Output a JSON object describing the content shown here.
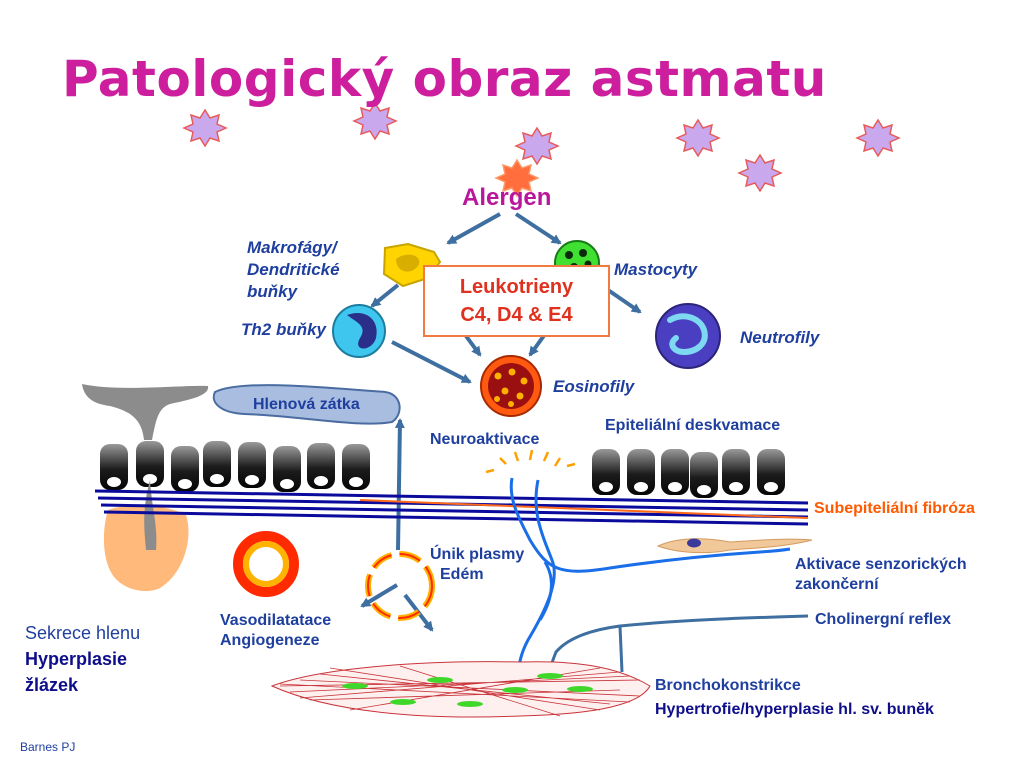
{
  "slide": {
    "title": "Patologický obraz astmatu",
    "footer": "Barnes PJ"
  },
  "labels": {
    "allergen": "Alergen",
    "macrophages": [
      "Makrofágy/",
      "Dendritické",
      "buňky"
    ],
    "mastocytes": "Mastocyty",
    "th2": "Th2 buňky",
    "leukotrienes": [
      "Leukotrieny",
      "C4, D4 & E4"
    ],
    "neutrophils": "Neutrofily",
    "eosinophils": "Eosinofily",
    "mucus_plug": "Hlenová zátka",
    "neuroactivation": "Neuroaktivace",
    "epithelial_desquamation": "Epiteliální deskvamace",
    "subepithelial_fibrosis": "Subepiteliální fibróza",
    "plasma_leak": [
      "Únik plasmy",
      "Edém"
    ],
    "sensory_activation": [
      "Aktivace senzorických",
      "zakončerní"
    ],
    "vasodilatation": [
      "Vasodilatatace",
      "Angiogeneze"
    ],
    "cholinergic_reflex": "Cholinergní reflex",
    "mucus_secretion": [
      "Sekrece hlenu",
      "Hyperplasie",
      "žlázek"
    ],
    "bronchoconstriction": "Bronchokonstrikce",
    "hypertrophy": "Hypertrofie/hyperplasie  hl. sv. buněk"
  },
  "colors": {
    "title": "#cc1e9d",
    "label": "#1f3f9f",
    "fibrosis": "#ff5a00",
    "membrane": "#0a0a9c",
    "nerve": "#1a6ee8",
    "arrow": "#3e6fa0"
  }
}
